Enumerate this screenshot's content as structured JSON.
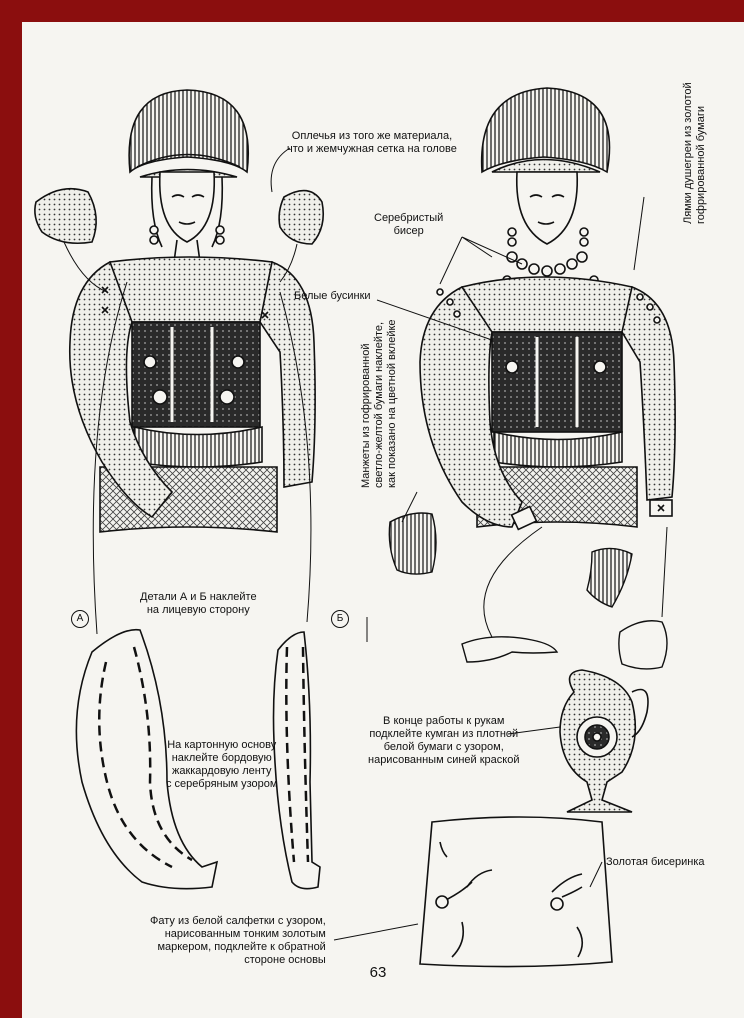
{
  "labels": {
    "oplechya": [
      "Оплечья из того же материала,",
      "что и жемчужная сетка на голове"
    ],
    "lyamki": [
      "Лямки душегреи из золотой",
      "гофрированной бумаги"
    ],
    "serebristy": [
      "Серебристый",
      "бисер"
    ],
    "belye": "Белые бусинки",
    "manzhety": [
      "Манжеты из гофрированной",
      "светло-желтой бумаги наклейте,",
      "как показано на цветной вклейке"
    ],
    "detali": [
      "Детали А и Б наклейте",
      "на лицевую сторону"
    ],
    "kartonnaya": [
      "На картонную основу",
      "наклейте бордовую",
      "жаккардовую ленту",
      "с серебряным узором"
    ],
    "kumgan": [
      "В конце работы к рукам",
      "подклейте кумган из плотной",
      "белой бумаги с узором,",
      "нарисованным синей краской"
    ],
    "zolotaya": "Золотая бисеринка",
    "fatu": [
      "Фату из белой салфетки с узором,",
      "нарисованным тонким золотым",
      "маркером, подклейте к обратной",
      "стороне основы"
    ]
  },
  "markers": {
    "a": "А",
    "b": "Б"
  },
  "page_number": "63"
}
